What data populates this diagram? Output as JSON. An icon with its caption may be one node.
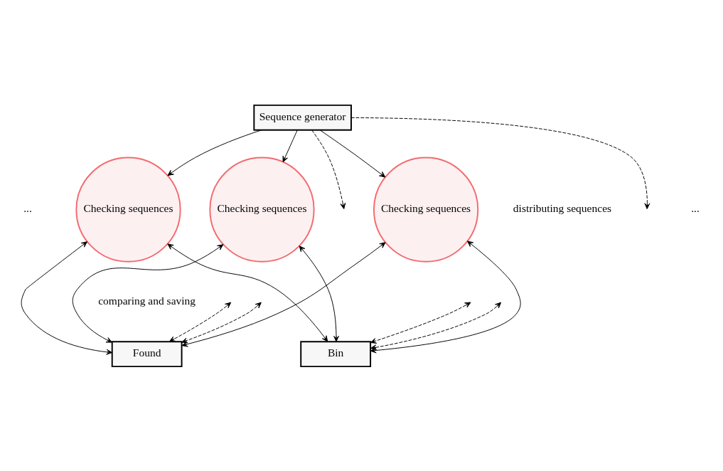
{
  "diagram": {
    "nodes": [
      {
        "text": [
          "Sequence generator"
        ]
      },
      {
        "text": [
          "Checking sequences"
        ]
      },
      {
        "text": [
          "Checking sequences"
        ]
      },
      {
        "text": [
          "Checking sequences"
        ]
      },
      {
        "text": [
          "Found"
        ]
      },
      {
        "text": [
          "Bin"
        ]
      }
    ],
    "edges": [
      {
        "from": 0,
        "to": 1,
        "arrow": "to"
      },
      {
        "from": 0,
        "to": 2,
        "arrow": "to"
      },
      {
        "from": 0,
        "to": 3,
        "arrow": "to"
      },
      {
        "from": 0,
        "to": null,
        "arrow": "to",
        "style": "dashed"
      },
      {
        "from": 0,
        "to": null,
        "arrow": "to",
        "style": "dashed"
      },
      {
        "from": 1,
        "to": 4,
        "arrow": "both"
      },
      {
        "from": 1,
        "to": 5,
        "arrow": "both"
      },
      {
        "from": 2,
        "to": 4,
        "arrow": "both"
      },
      {
        "from": 2,
        "to": 5,
        "arrow": "both"
      },
      {
        "from": 3,
        "to": 4,
        "arrow": "both"
      },
      {
        "from": 3,
        "to": 5,
        "arrow": "both"
      },
      {
        "from": null,
        "to": 4,
        "arrow": "both",
        "style": "dashed"
      },
      {
        "from": null,
        "to": 5,
        "arrow": "both",
        "style": "dashed"
      },
      {
        "from": null,
        "to": 4,
        "arrow": "both",
        "style": "dashed"
      },
      {
        "from": null,
        "to": 5,
        "arrow": "both",
        "style": "dashed"
      }
    ],
    "labels": [
      "distributing sequences",
      "...",
      "...",
      "comparing and saving"
    ]
  }
}
